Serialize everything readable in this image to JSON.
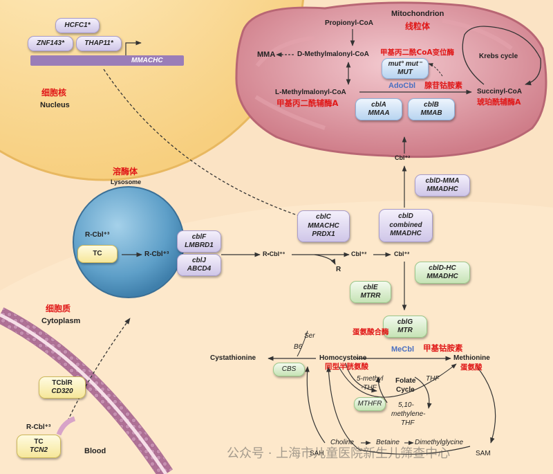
{
  "genes_nucleus": {
    "hcfc1": "HCFC1*",
    "znf143": "ZNF143*",
    "thap11": "THAP11*",
    "mmachc": "MMACHC"
  },
  "nucleus": {
    "label_cn": "细胞核",
    "label_en": "Nucleus"
  },
  "mitochondrion": {
    "label_en": "Mitochondrion",
    "label_cn": "线粒体",
    "propionyl": "Propionyl-CoA",
    "mma": "MMA",
    "d_methylmalonyl": "D-Methylmalonyl-CoA",
    "mut_enzyme_cn": "甲基丙二酰CoA变位酶",
    "mut_line1": "mut° mut⁻",
    "mut_line2": "MUT",
    "krebs": "Krebs cycle",
    "l_methylmalonyl": "L-Methylmalonyl-CoA",
    "l_methylmalonyl_cn": "甲基丙二酰辅酶A",
    "adocbl": "AdoCbl",
    "adocbl_cn": "腺苷钴胺素",
    "succinyl": "Succinyl-CoA",
    "succinyl_cn": "琥珀酰辅酶A",
    "cbla_1": "cblA",
    "cbla_2": "MMAA",
    "cblb_1": "cblB",
    "cblb_2": "MMAB"
  },
  "lysosome": {
    "label_cn": "溶酶体",
    "label_en": "Lysosome",
    "r_cbl3": "R-Cbl⁺³",
    "tc": "TC",
    "r_cbl3_b": "R-Cbl⁺³"
  },
  "transport": {
    "cblf_1": "cblF",
    "cblf_2": "LMBRD1",
    "cblj_1": "cblJ",
    "cblj_2": "ABCD4"
  },
  "cytoplasm": {
    "label_cn": "细胞质",
    "label_en": "Cytoplasm",
    "cblc_1": "cblC",
    "cblc_2": "MMACHC",
    "cblc_3": "PRDX1",
    "cbl2_top": "Cbl⁺²",
    "cbld_mma_1": "cblD-MMA",
    "cbld_mma_2": "MMADHC",
    "cbld_1": "cblD",
    "cbld_2": "combined",
    "cbld_3": "MMADHC",
    "r_cbl3": "R•Cbl⁺³",
    "cbl2_a": "Cbl⁺²",
    "cbl2_b": "Cbl⁺²",
    "r": "R",
    "cbld_hc_1": "cblD-HC",
    "cbld_hc_2": "MMADHC",
    "cble_1": "cblE",
    "cble_2": "MTRR",
    "cblg_1": "cblG",
    "cblg_2": "MTR",
    "cblg_cn": "蛋氨酸合酶",
    "mecbl": "MeCbl",
    "mecbl_cn": "甲基钴胺素",
    "ser": "Ser",
    "b6": "B6",
    "cystathionine": "Cystathionine",
    "cbs": "CBS",
    "homocysteine": "Homocysteine",
    "homocysteine_cn": "同型半胱氨酸",
    "methionine": "Methionine",
    "methionine_cn": "蛋氨酸",
    "methyl_thf_1": "5-methyl",
    "methyl_thf_2": "-THF",
    "folate_1": "Folate",
    "folate_2": "Cycle",
    "thf": "THF",
    "mthfr": "MTHFR",
    "methylene_1": "5,10-",
    "methylene_2": "methylene-",
    "methylene_3": "THF",
    "choline": "Choline",
    "betaine": "Betaine",
    "dmg": "Dimethylglycine",
    "sah": "SAH",
    "sam": "SAM"
  },
  "blood": {
    "tcblr_1": "TCblR",
    "tcblr_2": "CD320",
    "r_cbl3": "R-Cbl⁺³",
    "tc_1": "TC",
    "tc_2": "TCN2",
    "label": "Blood"
  },
  "watermark": "公众号 · 上海市儿童医院新生儿筛查中心"
}
